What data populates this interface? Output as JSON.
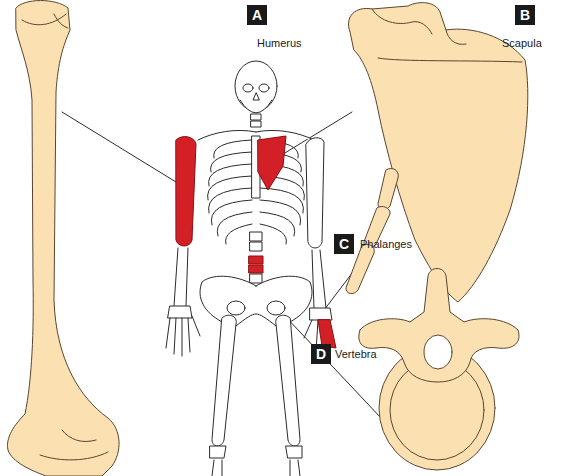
{
  "diagram": {
    "nodes": [
      {
        "text": [
          "A",
          "Humerus"
        ]
      },
      {
        "text": [
          "B",
          "Scapula"
        ]
      },
      {
        "text": [
          "C",
          "Phalanges"
        ]
      },
      {
        "text": [
          "D",
          "Vertebra"
        ]
      }
    ]
  }
}
